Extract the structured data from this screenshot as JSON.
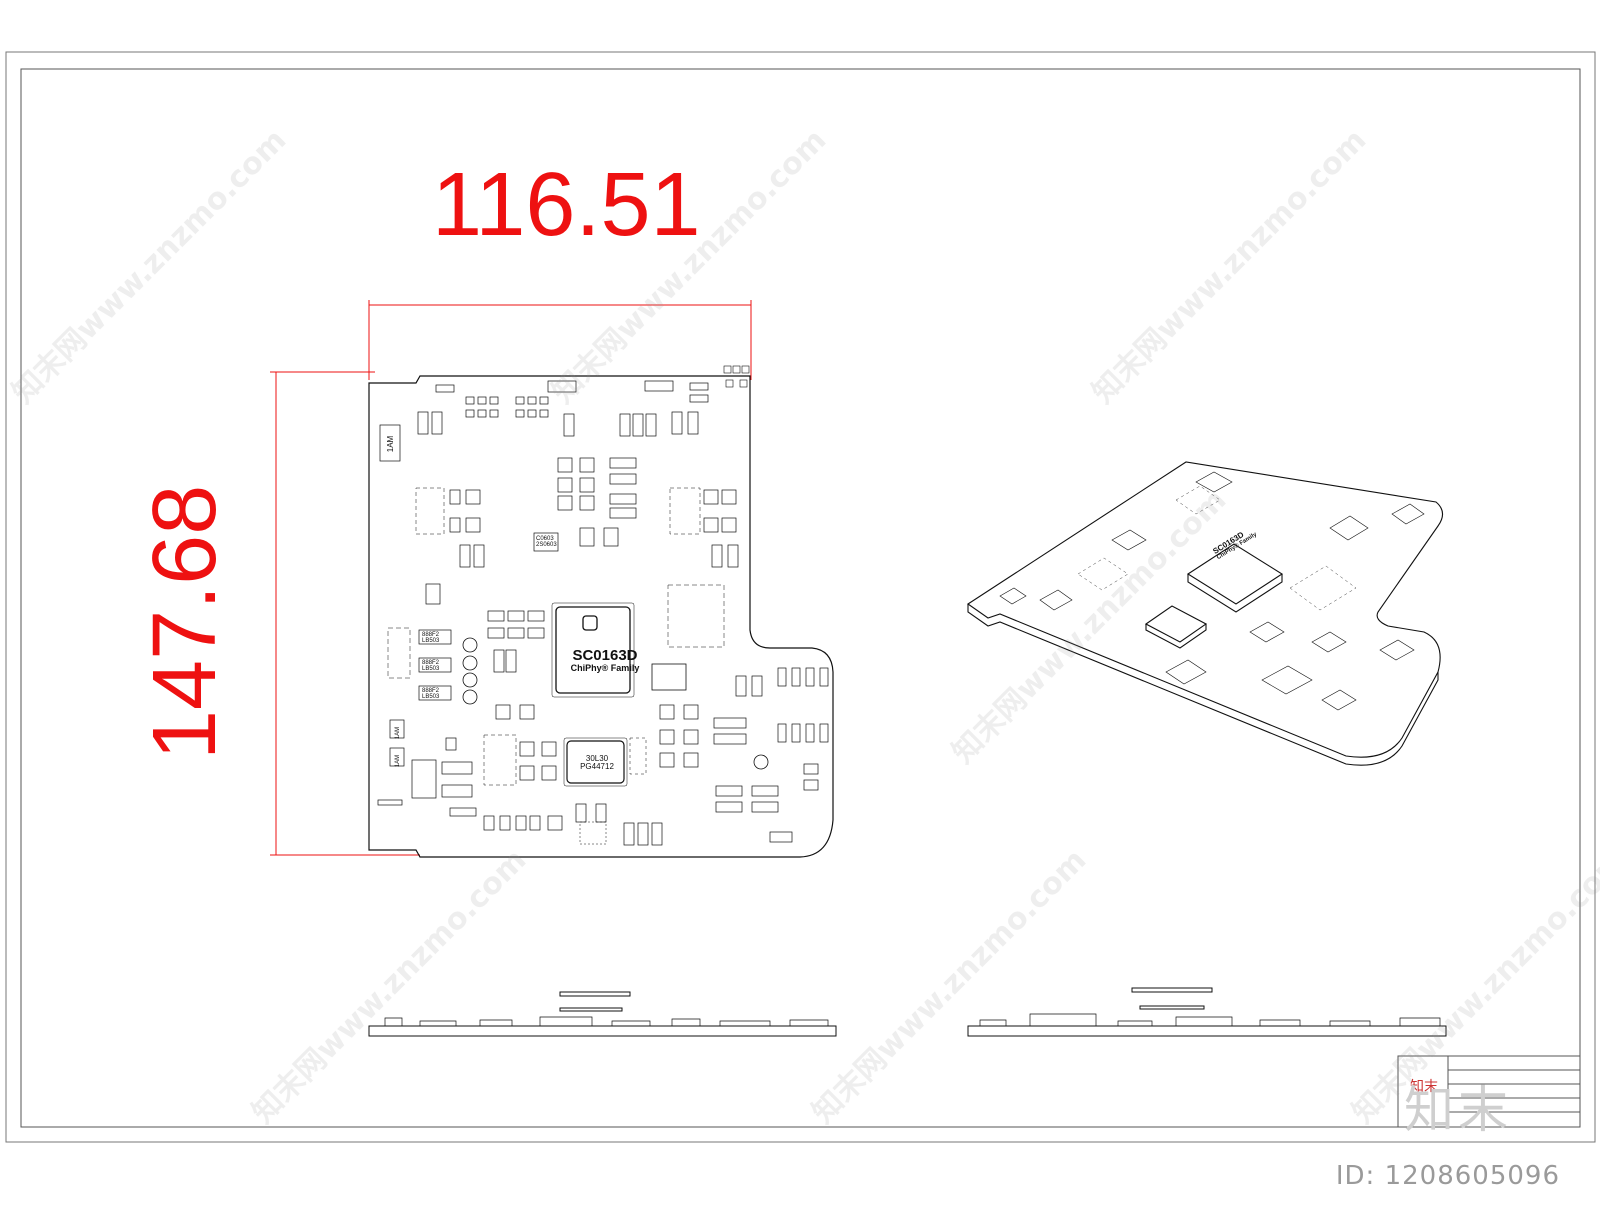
{
  "drawing": {
    "dimension_width": "116.51",
    "dimension_height": "147.68",
    "image_id": "ID: 1208605096",
    "watermark_text": "知末网www.znzmo.com",
    "logo_text": "知末",
    "stamp_text": "知末"
  },
  "chips": {
    "main_chip_line1": "SC0163D",
    "main_chip_line2": "ChiPhy® Family",
    "secondary_chip_line1": "30L30",
    "secondary_chip_line2": "PG44712",
    "iso_main_chip_line1": "SC0163D",
    "iso_main_chip_line2": "ChiPhy® Family"
  },
  "components": {
    "inductor_label": "1AM",
    "inductor_label_small1": "1AM",
    "inductor_label_small2": "1AM",
    "ic_a_line1": "888F2",
    "ic_a_line2": "LB503",
    "ic_b_line1": "888F2",
    "ic_b_line2": "LB503",
    "ic_c_line1": "888F2",
    "ic_c_line2": "LB503",
    "smd_code_1": "C0603",
    "smd_code_2": "2S0603"
  },
  "colors": {
    "dimension_color": "#ee1111",
    "line_color": "#111111",
    "frame_color": "#555555",
    "id_text_color": "#9a9a9a"
  }
}
